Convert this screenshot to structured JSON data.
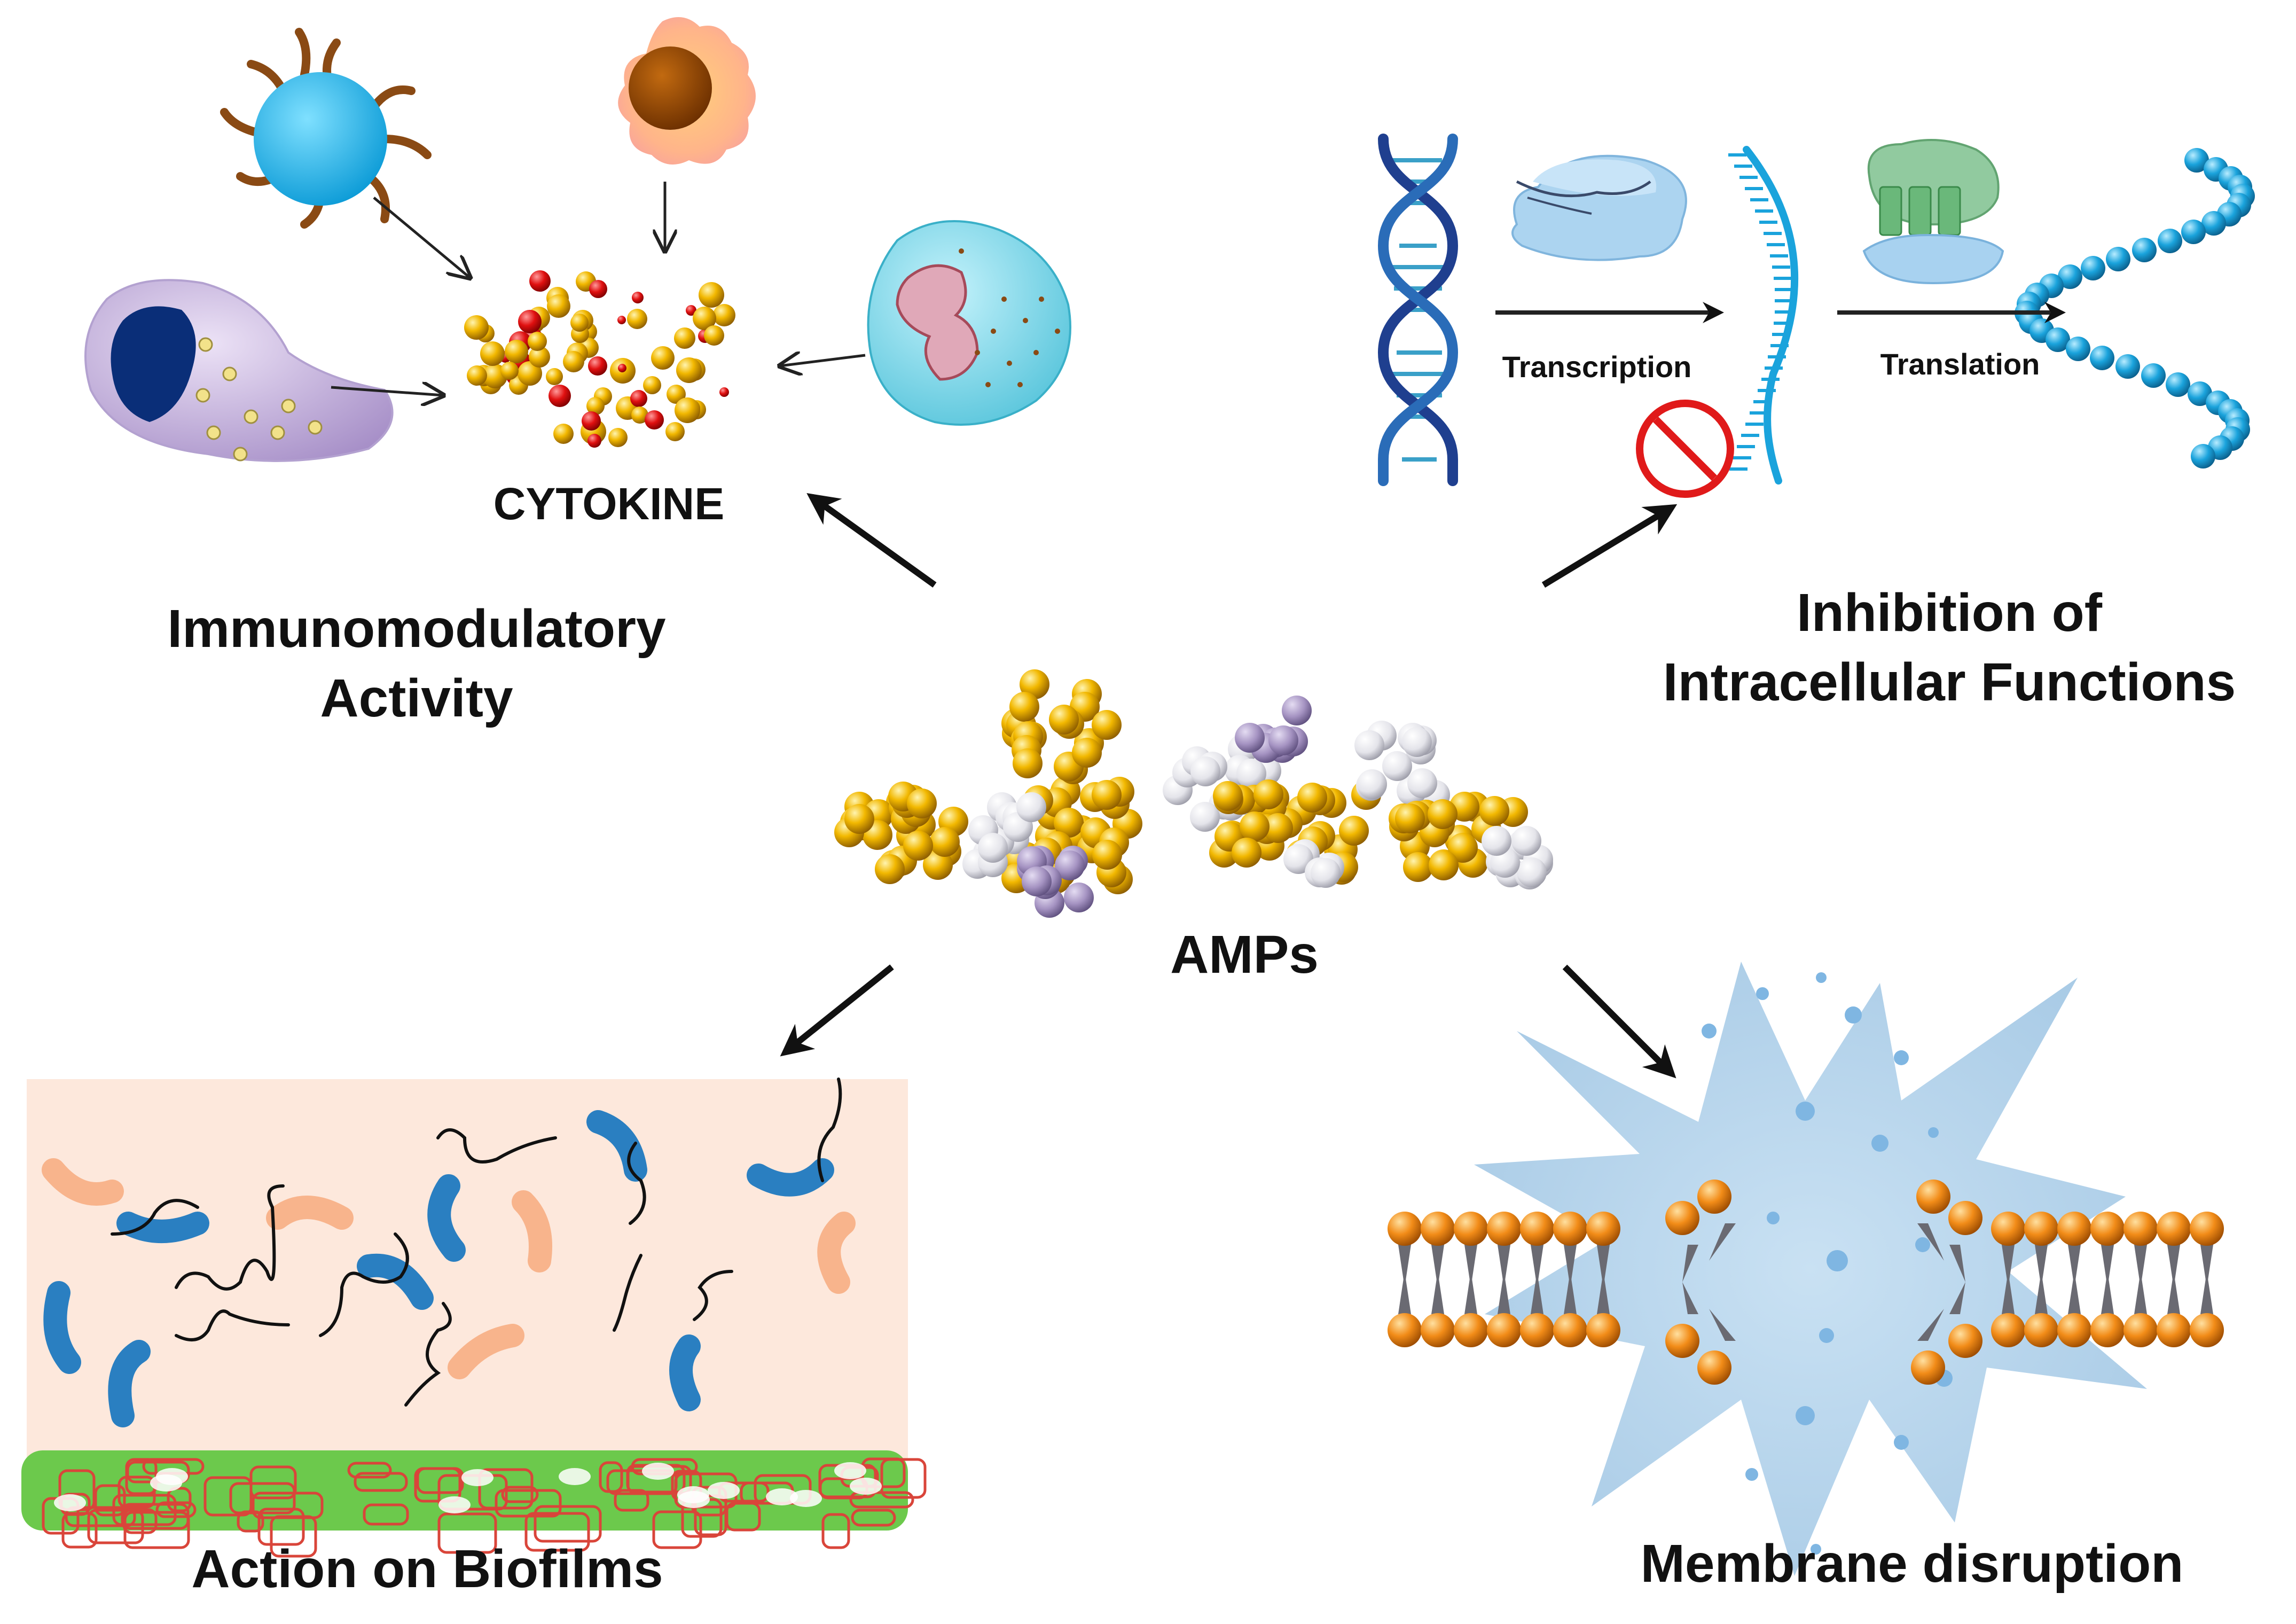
{
  "labels": {
    "cytokine": "CYTOKINE",
    "immuno_line1": "Immunomodulatory",
    "immuno_line2": "Activity",
    "transcription": "Transcription",
    "translation": "Translation",
    "inhibition_line1": "Inhibition of",
    "inhibition_line2": "Intracellular Functions",
    "amps": "AMPs",
    "biofilm": "Action on Biofilms",
    "membrane": "Membrane disruption"
  },
  "colors": {
    "amp_gold": "#f2b800",
    "amp_white": "#e8e8ee",
    "amp_lavender": "#a593c2",
    "cytokine_red": "#e01010",
    "dna_blue": "#1f3f8f",
    "dna_teal": "#3aa0c8",
    "protein_blue": "#1aa3dc",
    "biofilm_bg": "#fde8dc",
    "bacteria_blue": "#2a7fc1",
    "bacteria_peach": "#f8b48c",
    "biofilm_green": "#6cc94c",
    "biofilm_red": "#d9453a",
    "burst_blue": "#b9d6ec",
    "lipid_orange": "#f28c18",
    "inhibit_red": "#e01a1a"
  },
  "icons": [
    "dendritic-cell-icon",
    "macrophage-icon",
    "mast-cell-icon",
    "neutrophil-icon",
    "dna-double-helix-icon",
    "rna-polymerase-icon",
    "mrna-strand-icon",
    "ribosome-icon",
    "protein-chain-icon",
    "prohibition-icon",
    "amp-molecule-icon",
    "bacteria-icon",
    "biofilm-matrix-icon",
    "membrane-burst-icon",
    "lipid-bilayer-icon"
  ]
}
